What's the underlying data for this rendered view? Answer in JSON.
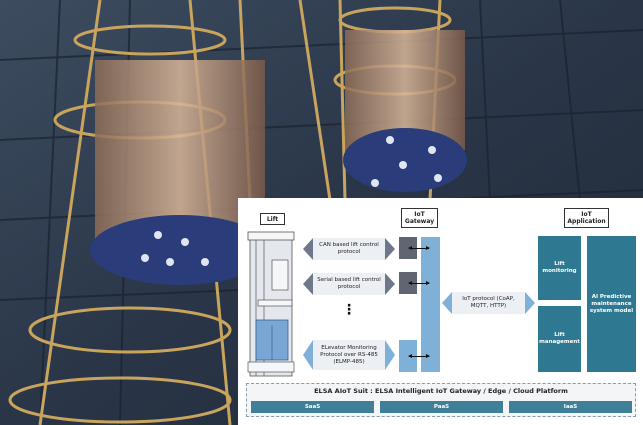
{
  "labels": {
    "lift": "Lift",
    "gateway": "IoT Gateway",
    "application": "IoT Application"
  },
  "protocols": [
    {
      "text": "CAN based lift control protocol"
    },
    {
      "text": "Serial based lift control protocol"
    },
    {
      "text": "ELevator Monitoring Protocol over RS-485 (ELMP-485)"
    }
  ],
  "ellipsis": "⋮",
  "iot_protocol": "IoT protocol (CoAP, MQTT, HTTP)",
  "apps": {
    "monitoring": "Lift monitoring",
    "management": "Lift management",
    "ai": "AI Predictive maintenance system model"
  },
  "platform": {
    "title": "ELSA AIoT Suit : ELSA Intelligent IoT Gateway / Edge / Cloud Platform",
    "layers": [
      "SaaS",
      "PaaS",
      "IaaS"
    ]
  },
  "colors": {
    "teal": "#2f7891",
    "light_blue": "#7fb0d8",
    "gateway_dark": "#5f6672"
  }
}
